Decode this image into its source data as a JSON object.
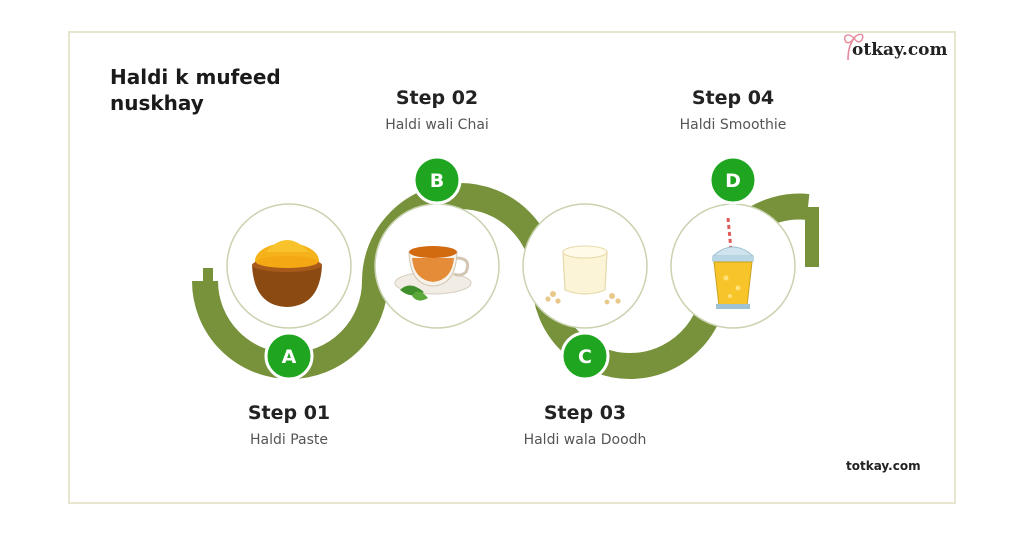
{
  "title": "Haldi k mufeed nuskhay",
  "brand": {
    "top_logo_text": "otkay.com",
    "bottom_text": "totkay.com"
  },
  "steps": [
    {
      "letter": "A",
      "heading": "Step 01",
      "label": "Haldi Paste"
    },
    {
      "letter": "B",
      "heading": "Step 02",
      "label": "Haldi wali Chai"
    },
    {
      "letter": "C",
      "heading": "Step 03",
      "label": "Haldi wala Doodh"
    },
    {
      "letter": "D",
      "heading": "Step 04",
      "label": "Haldi Smoothie"
    }
  ],
  "colors": {
    "ribbon": "#77923b",
    "badge": "#1fa51f",
    "circle_border": "#c9d3b0"
  }
}
